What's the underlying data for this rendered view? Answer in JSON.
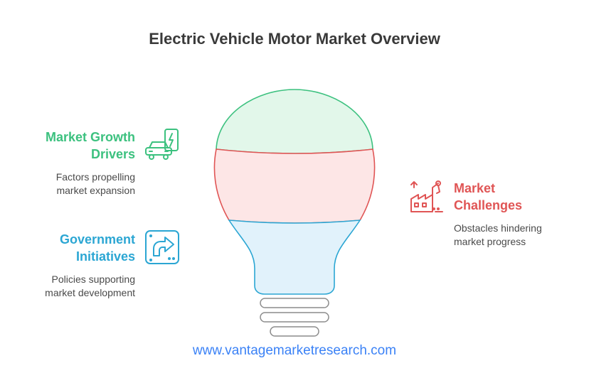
{
  "title": "Electric Vehicle Motor Market Overview",
  "sections": {
    "growth": {
      "heading_line1": "Market Growth",
      "heading_line2": "Drivers",
      "desc_line1": "Factors propelling",
      "desc_line2": "market expansion",
      "color": "#3cc17f"
    },
    "government": {
      "heading_line1": "Government",
      "heading_line2": "Initiatives",
      "desc_line1": "Policies supporting",
      "desc_line2": "market development",
      "color": "#2ba6d3"
    },
    "challenges": {
      "heading_line1": "Market",
      "heading_line2": "Challenges",
      "desc_line1": "Obstacles hindering",
      "desc_line2": "market progress",
      "color": "#e05555"
    }
  },
  "icons": {
    "growth": "electric-car-charging-icon",
    "government": "arrow-upward-icon",
    "challenges": "factory-robot-arm-icon"
  },
  "footer": "www.vantagemarketresearch.com"
}
